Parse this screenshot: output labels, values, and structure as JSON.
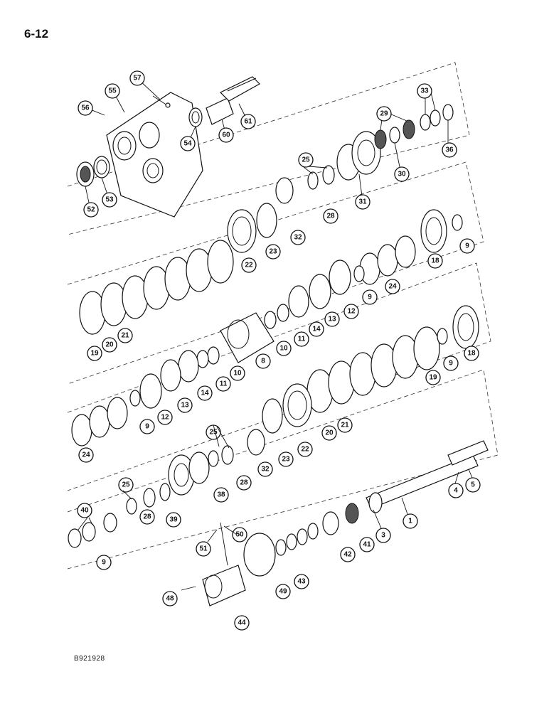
{
  "page_number": "6-12",
  "figure_code": "B921928",
  "callouts": {
    "c1": "1",
    "c3": "3",
    "c4": "4",
    "c5": "5",
    "c8": "8",
    "c9a": "9",
    "c9b": "9",
    "c9c": "9",
    "c9d": "9",
    "c9e": "9",
    "c10a": "10",
    "c10b": "10",
    "c11a": "11",
    "c11b": "11",
    "c12a": "12",
    "c12b": "12",
    "c13a": "13",
    "c13b": "13",
    "c14a": "14",
    "c14b": "14",
    "c18a": "18",
    "c18b": "18",
    "c19a": "19",
    "c19b": "19",
    "c20a": "20",
    "c20b": "20",
    "c21a": "21",
    "c21b": "21",
    "c22a": "22",
    "c22b": "22",
    "c23a": "23",
    "c23b": "23",
    "c24a": "24",
    "c24b": "24",
    "c25a": "25",
    "c25b": "25",
    "c25c": "25",
    "c28a": "28",
    "c28b": "28",
    "c28c": "28",
    "c29": "29",
    "c30": "30",
    "c31": "31",
    "c32a": "32",
    "c32b": "32",
    "c33": "33",
    "c36": "36",
    "c38": "38",
    "c39": "39",
    "c40": "40",
    "c41": "41",
    "c42": "42",
    "c43": "43",
    "c44": "44",
    "c48": "48",
    "c49": "49",
    "c50": "50",
    "c51": "51",
    "c52": "52",
    "c53": "53",
    "c54": "54",
    "c55": "55",
    "c56": "56",
    "c57": "57",
    "c60": "60",
    "c61": "61"
  }
}
